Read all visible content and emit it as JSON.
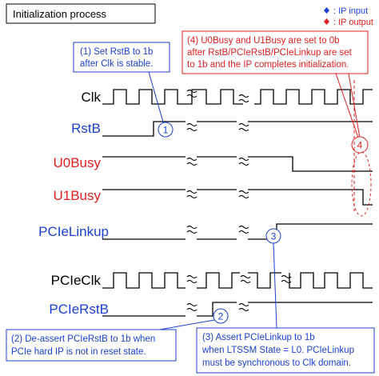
{
  "title": "Initialization process",
  "legend": {
    "input_label": ": IP input",
    "output_label": ": IP output",
    "input_color": "#1a3fd1",
    "output_color": "#e02020"
  },
  "colors": {
    "black": "#000000",
    "blue": "#1a3fd1",
    "red": "#e02020",
    "wave": "#000000"
  },
  "signals": {
    "clk": "Clk",
    "rstb": "RstB",
    "u0busy": "U0Busy",
    "u1busy": "U1Busy",
    "pcielinkup": "PCIeLinkup",
    "pcieclk": "PCIeClk",
    "pcierstb": "PCIeRstB"
  },
  "notes": {
    "n1": {
      "num": "1",
      "lines": [
        "(1) Set RstB to 1b",
        "after Clk is stable."
      ]
    },
    "n2": {
      "num": "2",
      "lines": [
        "(2) De-assert PCIeRstB to 1b when",
        "PCIe hard IP is not in reset state."
      ]
    },
    "n3": {
      "num": "3",
      "lines": [
        "(3) Assert PCIeLinkup to 1b",
        "when LTSSM State = L0. PCIeLinkup",
        "must be synchronous to Clk domain."
      ]
    },
    "n4": {
      "num": "4",
      "lines": [
        "(4) U0Busy and U1Busy are set to 0b",
        "after RstB/PCIeRstB/PCIeLinkup are set",
        "to 1b and the IP completes initialization."
      ]
    }
  }
}
